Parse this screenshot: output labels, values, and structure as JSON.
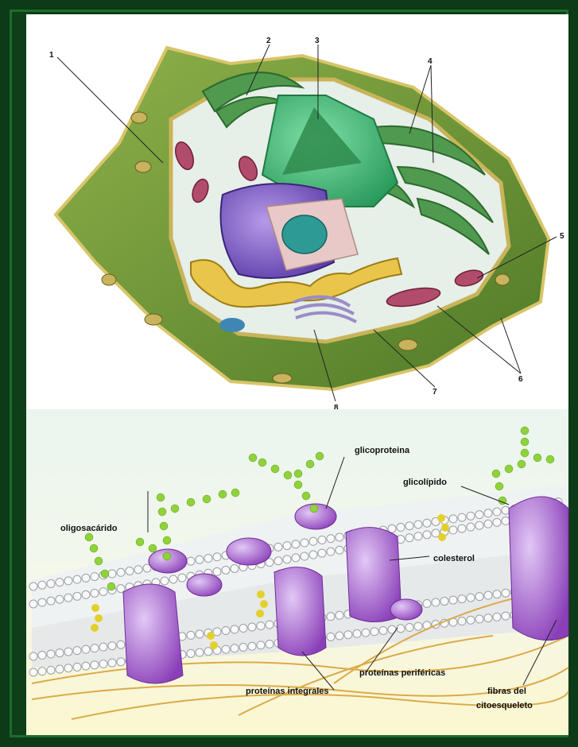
{
  "cell_labels": [
    "1",
    "2",
    "3",
    "4",
    "5",
    "6",
    "7",
    "8"
  ],
  "membrane_labels": {
    "glicoproteina": "glicoproteina",
    "glicolipido": "glicolípido",
    "oligosacarido": "oligosacárido",
    "colesterol": "colesterol",
    "proteinas_perifericas": "proteínas periféricas",
    "proteinas_integrales": "proteínas integrales",
    "fibras_del": "fibras del",
    "citoesqueleto": "citoesqueleto"
  }
}
